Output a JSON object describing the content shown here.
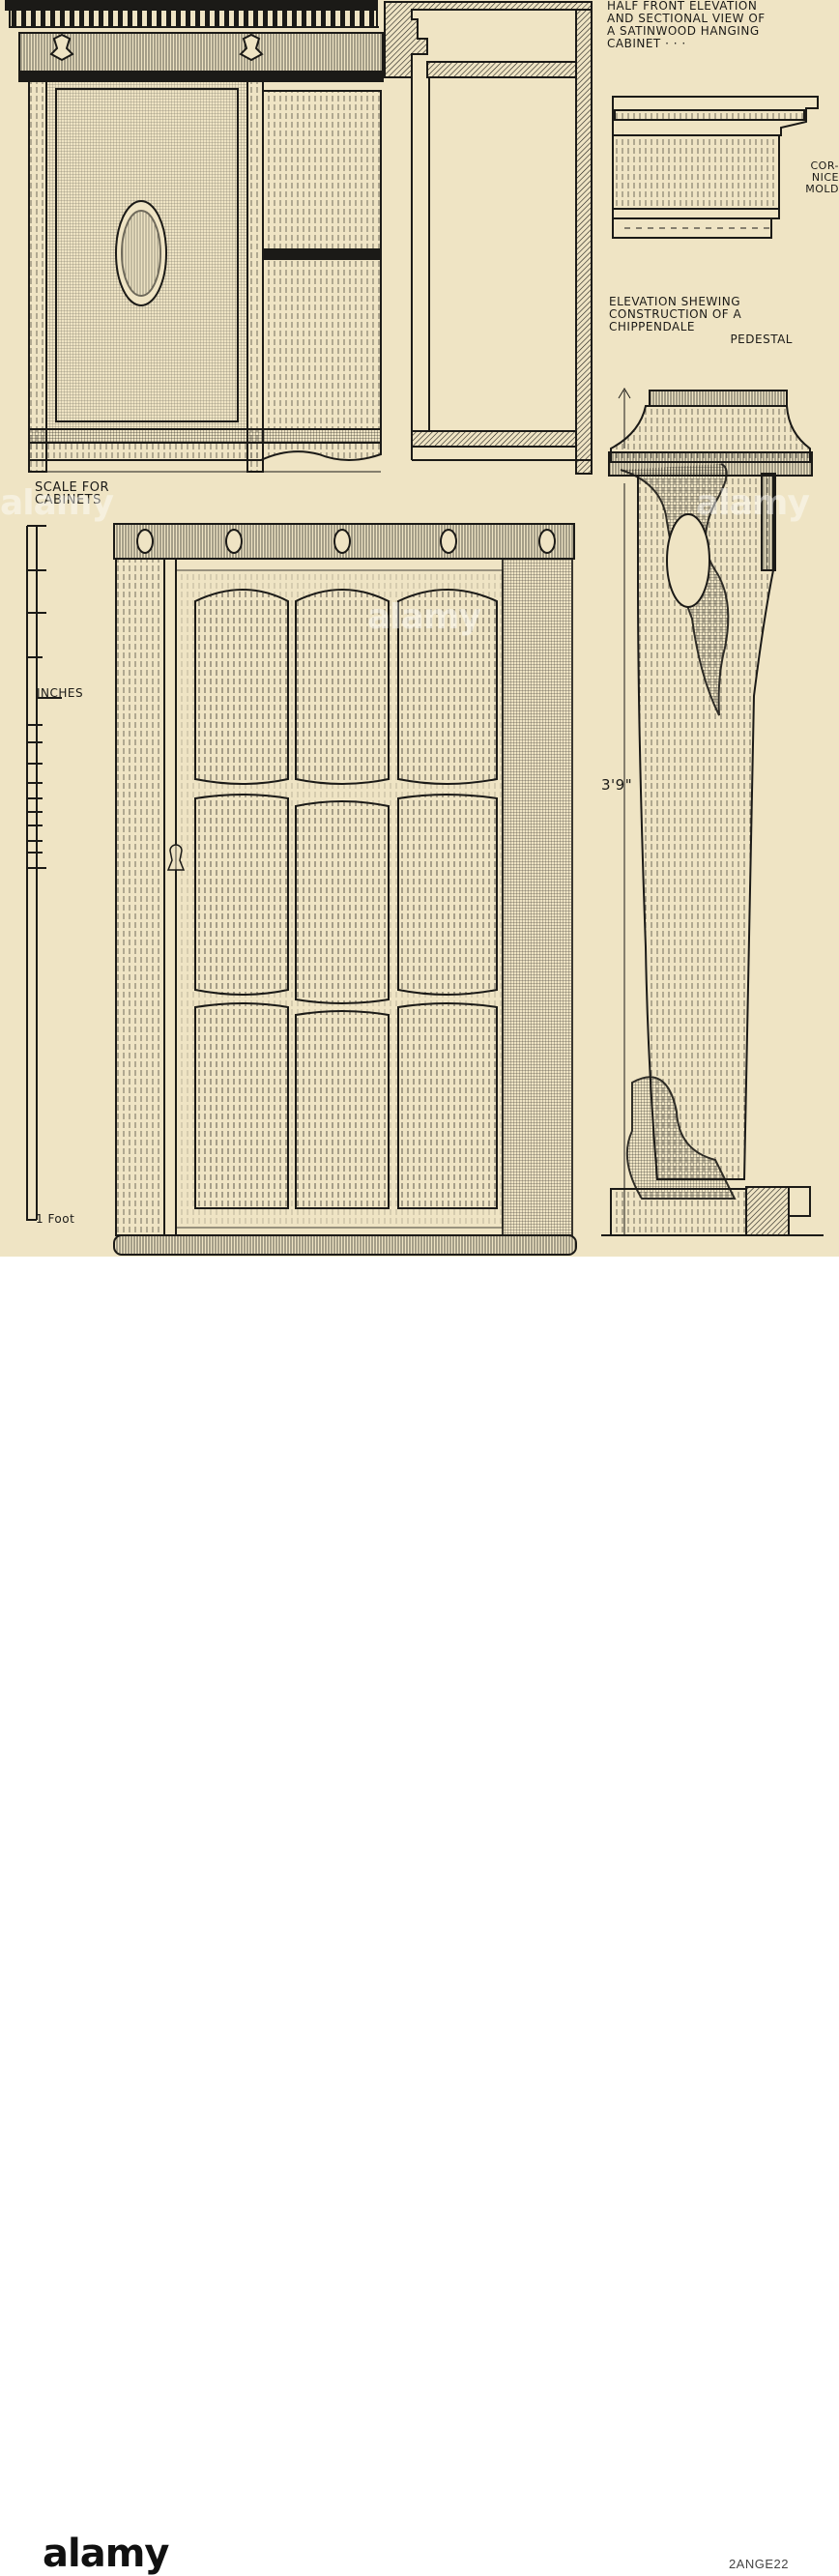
{
  "labels": {
    "title": [
      "Half front elevation",
      "and sectional view of",
      "a satinwood hanging",
      "cabinet ·  ·  ·"
    ],
    "cornice": [
      "Cor-",
      "nice",
      "mold"
    ],
    "elevation": [
      "Elevation shewing",
      "construction of a",
      "Chippendale",
      "pedestal"
    ],
    "scale": [
      "Scale for",
      "cabinets"
    ],
    "inches": "INCHES",
    "foot": "1 Foot",
    "height": "3'9\""
  },
  "footer": {
    "brand": "alamy",
    "image_id": "2ANGE22",
    "watermark": "alamy"
  },
  "colors": {
    "paper": "#efe4c4",
    "ink": "#1b1a17",
    "footer_bg": "#ffffff"
  }
}
